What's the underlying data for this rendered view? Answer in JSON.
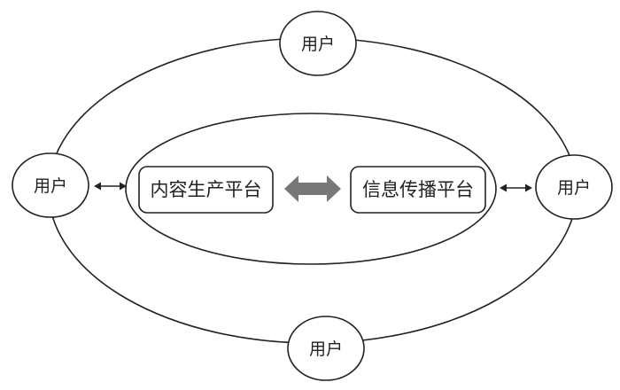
{
  "diagram": {
    "inner_ring_label": "",
    "platforms": {
      "content": {
        "label": "内容生产平台"
      },
      "distribution": {
        "label": "信息传播平台"
      }
    },
    "users": {
      "top": {
        "label": "用户"
      },
      "left": {
        "label": "用户"
      },
      "right": {
        "label": "用户"
      },
      "bottom": {
        "label": "用户"
      }
    },
    "connections": [
      {
        "from": "users.left",
        "to": "platforms.content",
        "type": "bidirectional"
      },
      {
        "from": "platforms.content",
        "to": "platforms.distribution",
        "type": "bidirectional-thick"
      },
      {
        "from": "platforms.distribution",
        "to": "users.right",
        "type": "bidirectional"
      }
    ],
    "colors": {
      "stroke": "#222222",
      "thick_arrow": "#7a7a7a",
      "background": "#ffffff"
    }
  }
}
